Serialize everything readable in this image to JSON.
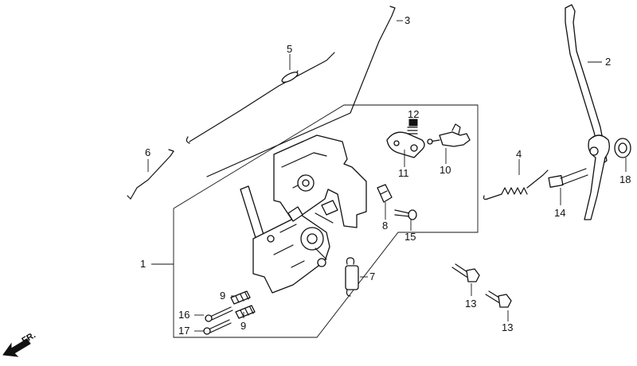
{
  "callouts": {
    "c1": "1",
    "c2": "2",
    "c3": "3",
    "c4": "4",
    "c5": "5",
    "c6": "6",
    "c7": "7",
    "c8": "8",
    "c9a": "9",
    "c9b": "9",
    "c10": "10",
    "c11": "11",
    "c12": "12",
    "c13a": "13",
    "c13b": "13",
    "c14": "14",
    "c15": "15",
    "c16": "16",
    "c17": "17",
    "c18": "18"
  },
  "direction_label": "FR."
}
